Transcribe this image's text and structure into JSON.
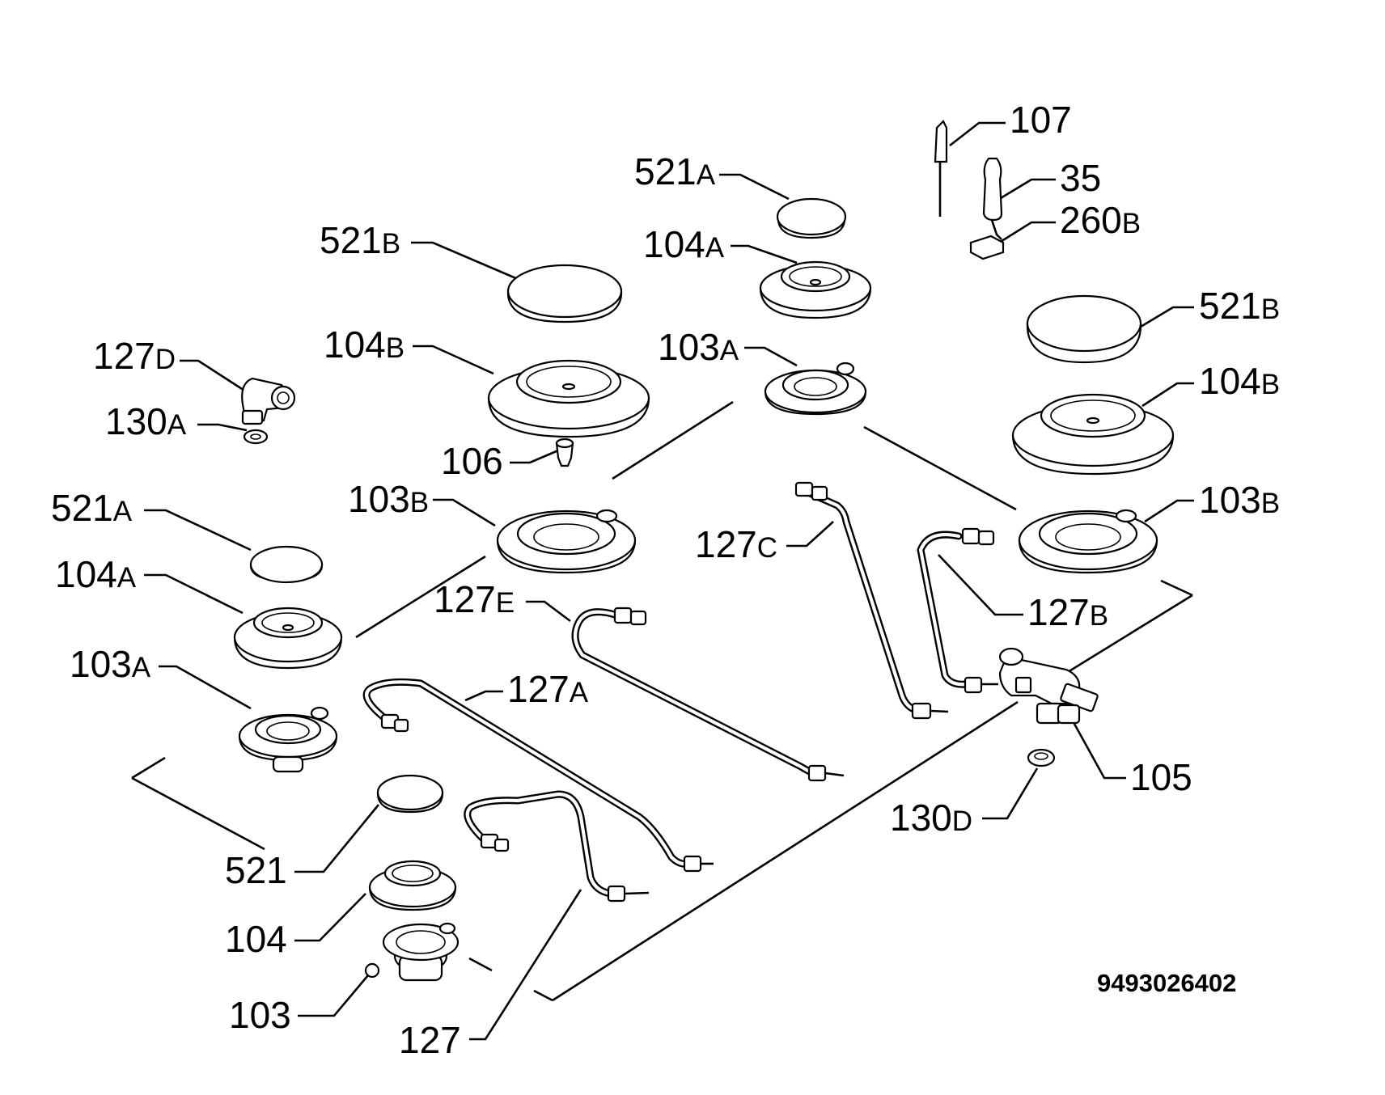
{
  "labels": {
    "l107": {
      "num": "107",
      "sfx": ""
    },
    "l35": {
      "num": "35",
      "sfx": ""
    },
    "l260b": {
      "num": "260",
      "sfx": "B"
    },
    "l521a_t": {
      "num": "521",
      "sfx": "A"
    },
    "l104a_t": {
      "num": "104",
      "sfx": "A"
    },
    "l521b_l": {
      "num": "521",
      "sfx": "B"
    },
    "l104b_l": {
      "num": "104",
      "sfx": "B"
    },
    "l103a_t": {
      "num": "103",
      "sfx": "A"
    },
    "l521b_r": {
      "num": "521",
      "sfx": "B"
    },
    "l104b_r": {
      "num": "104",
      "sfx": "B"
    },
    "l127d": {
      "num": "127",
      "sfx": "D"
    },
    "l130a": {
      "num": "130",
      "sfx": "A"
    },
    "l106": {
      "num": "106",
      "sfx": ""
    },
    "l103b_l": {
      "num": "103",
      "sfx": "B"
    },
    "l103b_r": {
      "num": "103",
      "sfx": "B"
    },
    "l127c": {
      "num": "127",
      "sfx": "C"
    },
    "l521a_l": {
      "num": "521",
      "sfx": "A"
    },
    "l104a_l": {
      "num": "104",
      "sfx": "A"
    },
    "l127e": {
      "num": "127",
      "sfx": "E"
    },
    "l127b": {
      "num": "127",
      "sfx": "B"
    },
    "l103a_l": {
      "num": "103",
      "sfx": "A"
    },
    "l127a": {
      "num": "127",
      "sfx": "A"
    },
    "l105": {
      "num": "105",
      "sfx": ""
    },
    "l130d": {
      "num": "130",
      "sfx": "D"
    },
    "l521": {
      "num": "521",
      "sfx": ""
    },
    "l104": {
      "num": "104",
      "sfx": ""
    },
    "l103": {
      "num": "103",
      "sfx": ""
    },
    "l127": {
      "num": "127",
      "sfx": ""
    }
  },
  "document_code": "9493026402"
}
